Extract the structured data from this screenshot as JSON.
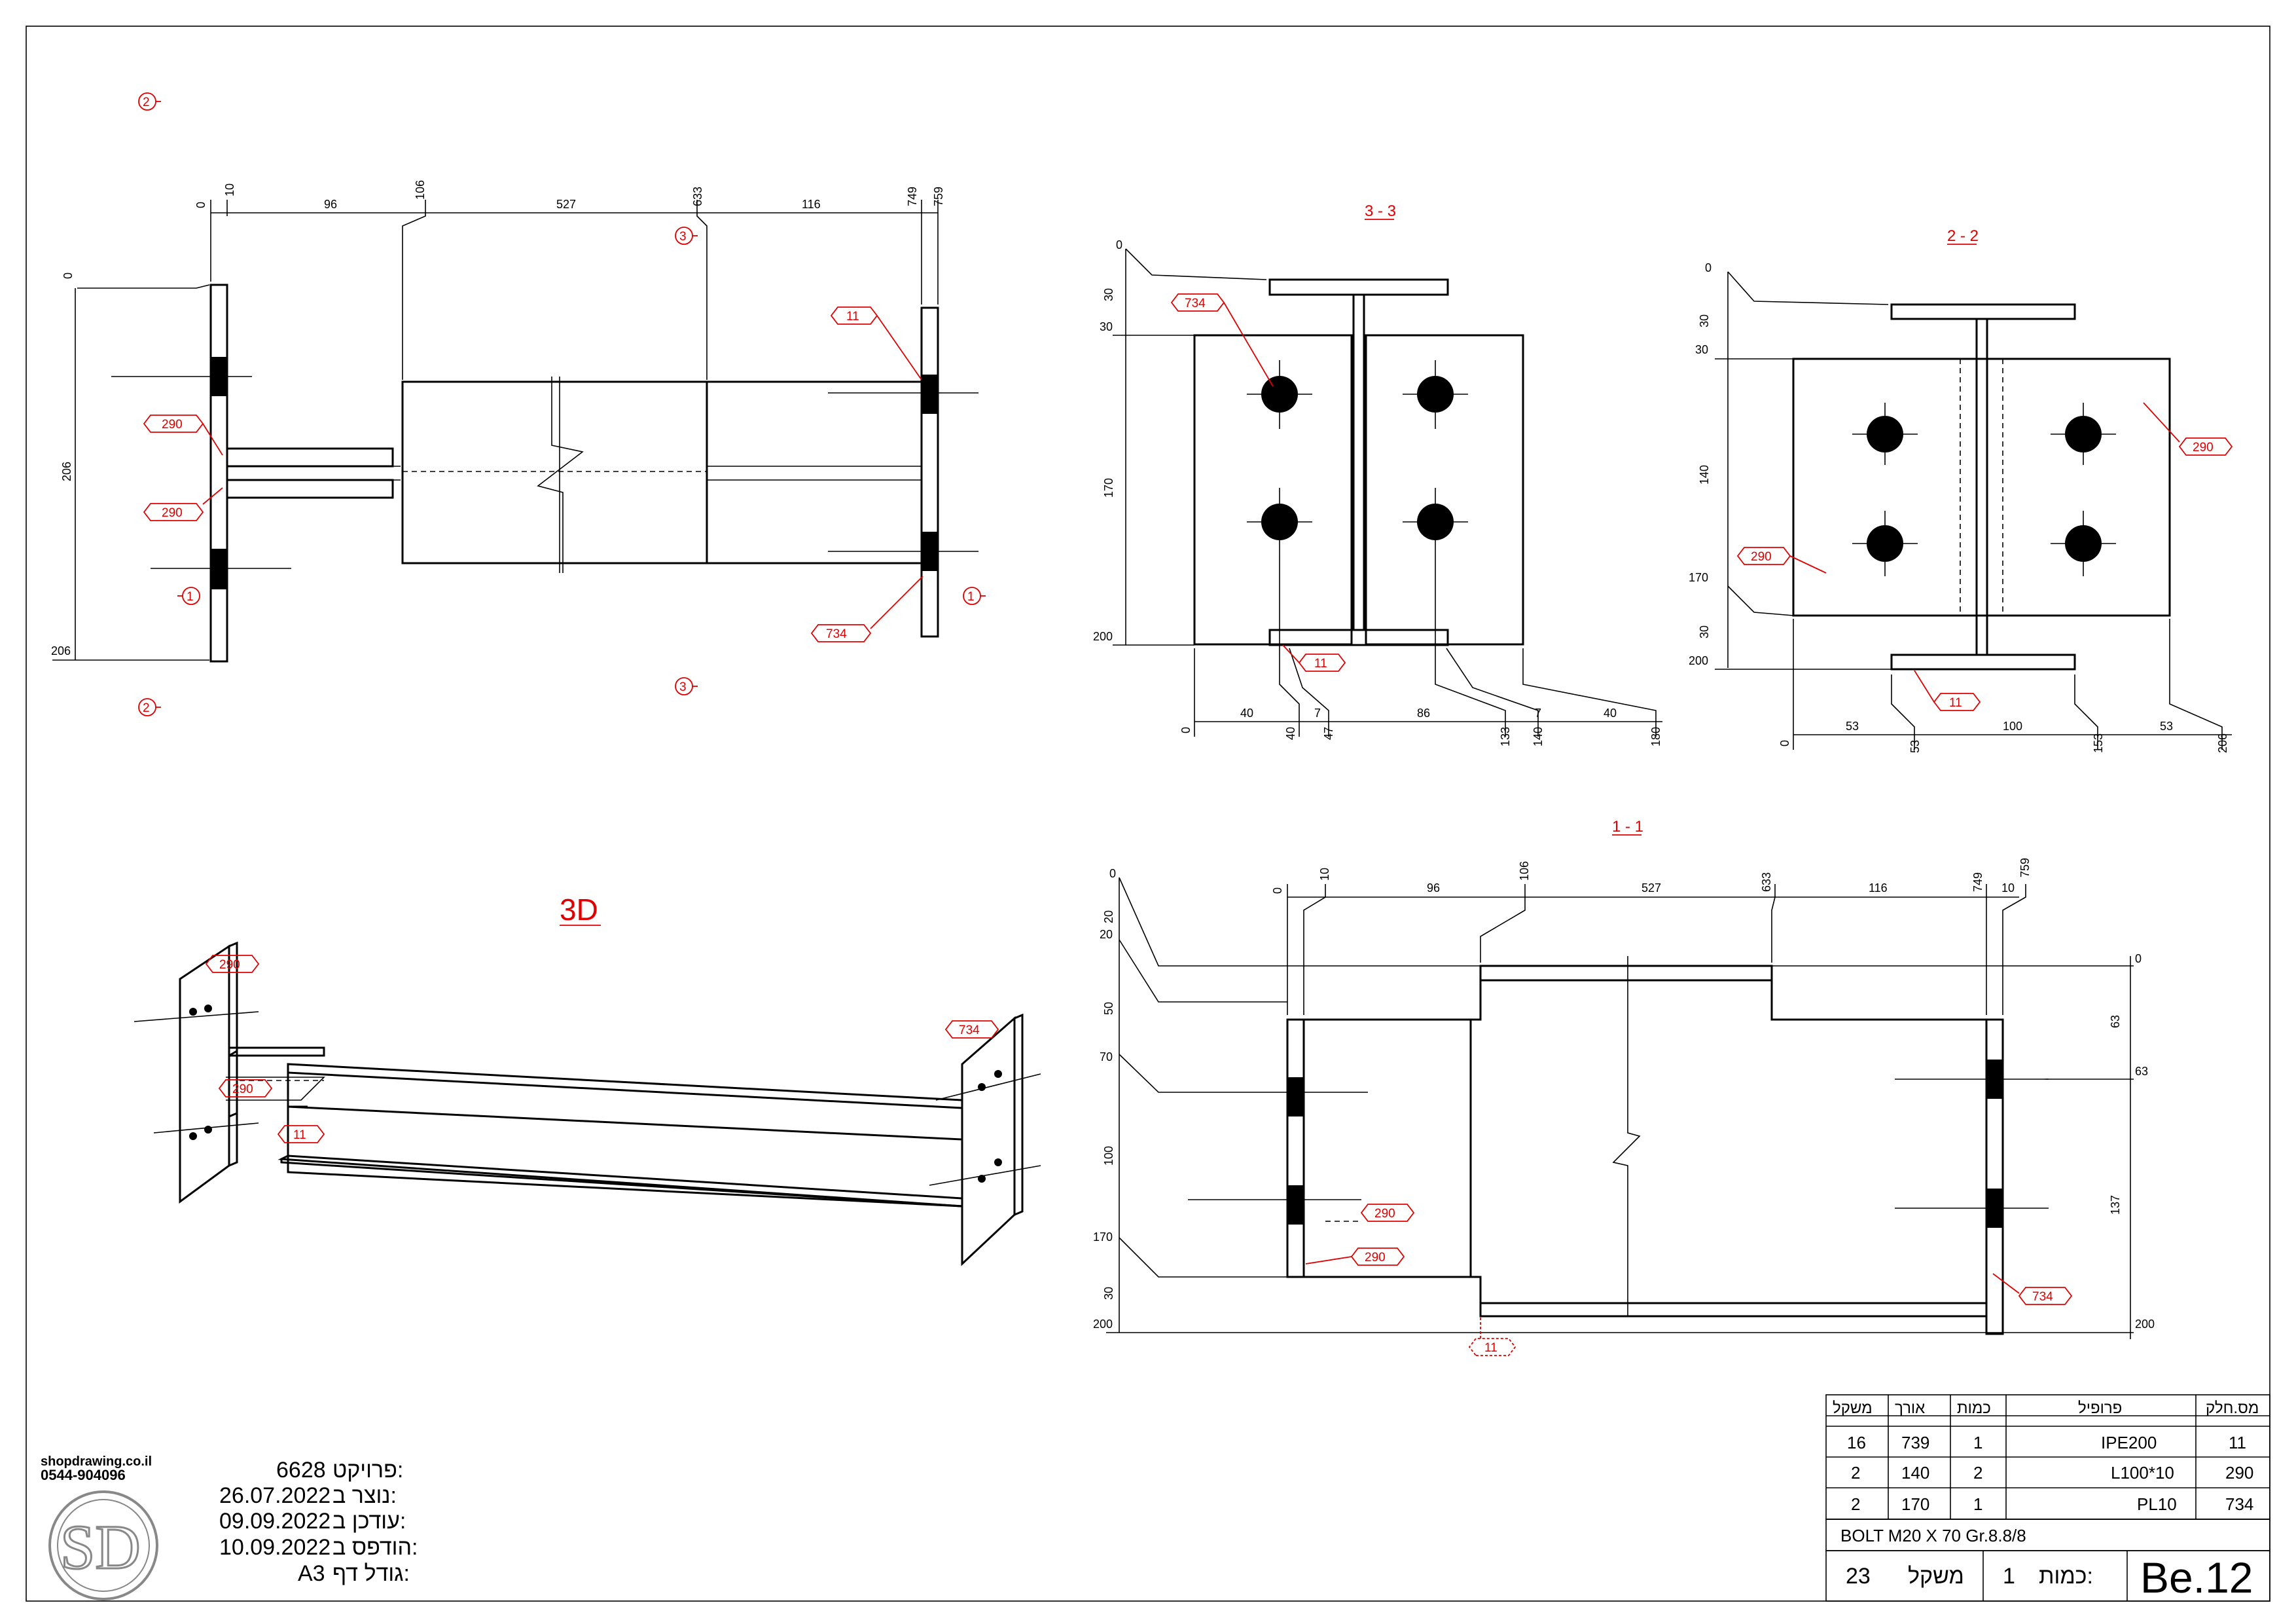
{
  "logo": {
    "site": "shopdrawing.co.il",
    "phone": "0544-904096",
    "mark": "SD"
  },
  "project_info": [
    {
      "label": "פרויקט:",
      "value": "6628"
    },
    {
      "label": "נוצר ב:",
      "value": "26.07.2022"
    },
    {
      "label": "עודכן ב:",
      "value": "09.09.2022"
    },
    {
      "label": "הודפס ב:",
      "value": "10.09.2022"
    },
    {
      "label": "גודל דף:",
      "value": "A3"
    }
  ],
  "parts_table": {
    "headers": [
      "משקל",
      "אורך",
      "כמות",
      "פרופיל",
      "מס.חלק"
    ],
    "rows": [
      {
        "weight": "16",
        "length": "739",
        "qty": "1",
        "profile": "IPE200",
        "part": "11"
      },
      {
        "weight": "2",
        "length": "140",
        "qty": "2",
        "profile": "L100*10",
        "part": "290"
      },
      {
        "weight": "2",
        "length": "170",
        "qty": "1",
        "profile": "PL10",
        "part": "734"
      }
    ],
    "bolt": "BOLT M20 X 70 Gr.8.8/8"
  },
  "summary": {
    "weight_label": "משקל",
    "weight": "23",
    "qty_label": "כמות:",
    "qty": "1",
    "assembly": "Be.12"
  },
  "views": {
    "view_3d": "3D",
    "section_33": "3 - 3",
    "section_22": "2 - 2",
    "section_11": "1 - 1"
  },
  "section_marks": {
    "one": "1",
    "two": "2",
    "three": "3"
  },
  "part_tags": {
    "beam": "11",
    "angle": "290",
    "plate": "734"
  },
  "dims": {
    "plan_top": [
      "0",
      "10",
      "96",
      "106",
      "527",
      "633",
      "116",
      "749",
      "759"
    ],
    "plan_left": [
      "0",
      "206",
      "206"
    ],
    "s33_left": [
      "0",
      "30",
      "30",
      "170",
      "200"
    ],
    "s33_bottom": [
      "0",
      "40",
      "40",
      "7",
      "47",
      "86",
      "133",
      "7",
      "140",
      "40",
      "180"
    ],
    "s22_left": [
      "0",
      "30",
      "30",
      "140",
      "170",
      "30",
      "200"
    ],
    "s22_bottom": [
      "0",
      "53",
      "53",
      "100",
      "153",
      "53",
      "206"
    ],
    "s11_top": [
      "0",
      "10",
      "96",
      "106",
      "527",
      "633",
      "116",
      "749",
      "10",
      "759"
    ],
    "s11_left": [
      "0",
      "20",
      "20",
      "50",
      "70",
      "100",
      "170",
      "30",
      "200"
    ],
    "s11_right": [
      "0",
      "63",
      "63",
      "137",
      "200"
    ]
  }
}
